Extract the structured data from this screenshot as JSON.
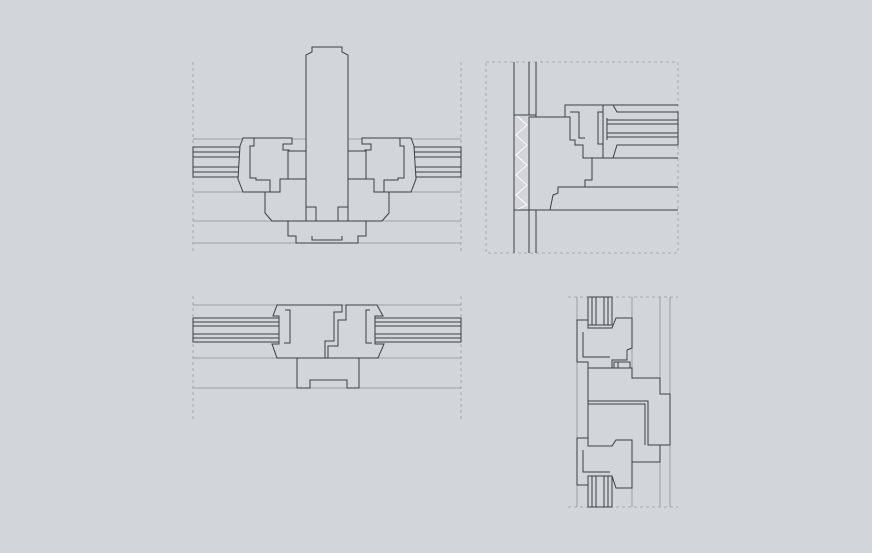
{
  "drawing": {
    "background_color": "#d2d5d9",
    "line_color": "#3c3f44",
    "guide_color": "#8e9298",
    "insulation_color": "#ffffff",
    "details": [
      {
        "id": "mullion-section"
      },
      {
        "id": "jamb-section"
      },
      {
        "id": "meeting-stile-section"
      },
      {
        "id": "transom-section"
      }
    ]
  }
}
